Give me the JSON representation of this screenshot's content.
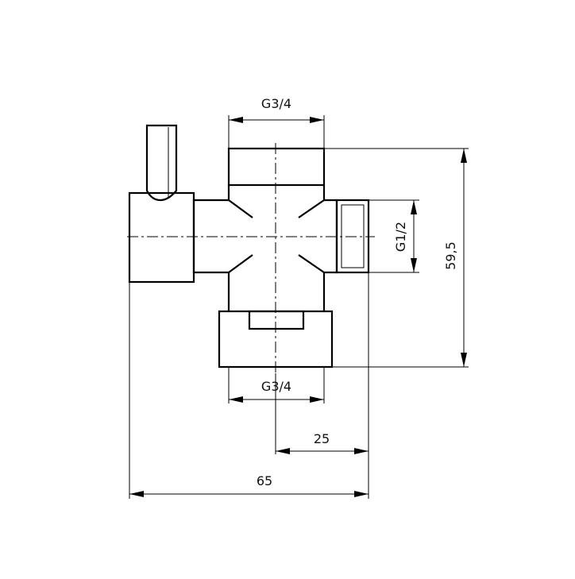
{
  "dimensions": {
    "top_thread": "G3/4",
    "bottom_thread": "G3/4",
    "side_thread": "G1/2",
    "overall_height": "59,5",
    "outlet_offset": "25",
    "overall_width": "65"
  }
}
